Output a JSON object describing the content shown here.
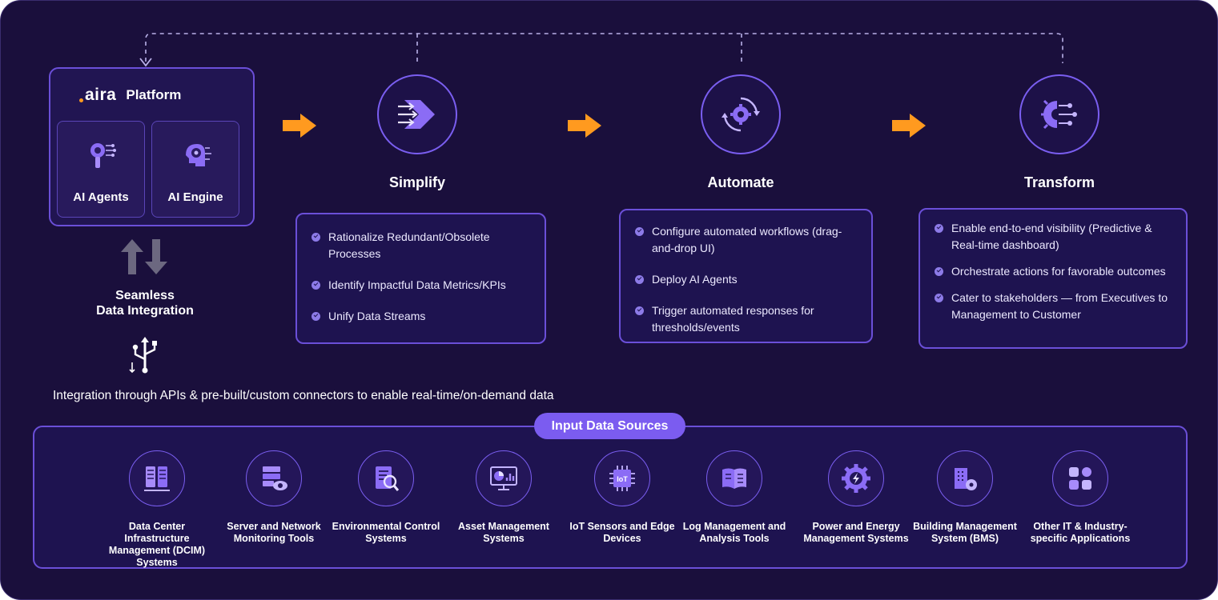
{
  "platform": {
    "brand": "aira",
    "title": "Platform",
    "agents_label": "AI Agents",
    "engine_label": "AI Engine"
  },
  "integration": {
    "title_line1": "Seamless",
    "title_line2": "Data Integration",
    "description": "Integration through APIs & pre-built/custom connectors to enable real-time/on-demand data"
  },
  "stages": [
    {
      "title": "Simplify",
      "bullets": [
        "Rationalize Redundant/Obsolete Processes",
        "Identify Impactful Data Metrics/KPIs",
        "Unify Data Streams"
      ]
    },
    {
      "title": "Automate",
      "bullets": [
        "Configure automated workflows (drag-and-drop UI)",
        "Deploy AI Agents",
        "Trigger automated responses for thresholds/events"
      ]
    },
    {
      "title": "Transform",
      "bullets": [
        "Enable end-to-end visibility (Predictive & Real-time dashboard)",
        "Orchestrate actions for favorable outcomes",
        "Cater to stakeholders — from Executives to Management to Customer"
      ]
    }
  ],
  "sources": {
    "label": "Input Data Sources",
    "items": [
      "Data Center Infrastructure Management (DCIM) Systems",
      "Server and Network Monitoring Tools",
      "Environmental Control Systems",
      "Asset Management Systems",
      "IoT Sensors and Edge Devices",
      "Log Management and Analysis Tools",
      "Power and Energy Management Systems",
      "Building Management System (BMS)",
      "Other IT & Industry-specific Applications"
    ]
  },
  "colors": {
    "background": "#1a0f3c",
    "accent": "#7b5cf0",
    "arrow": "#ff9a1f",
    "border": "#6b4fd8"
  }
}
